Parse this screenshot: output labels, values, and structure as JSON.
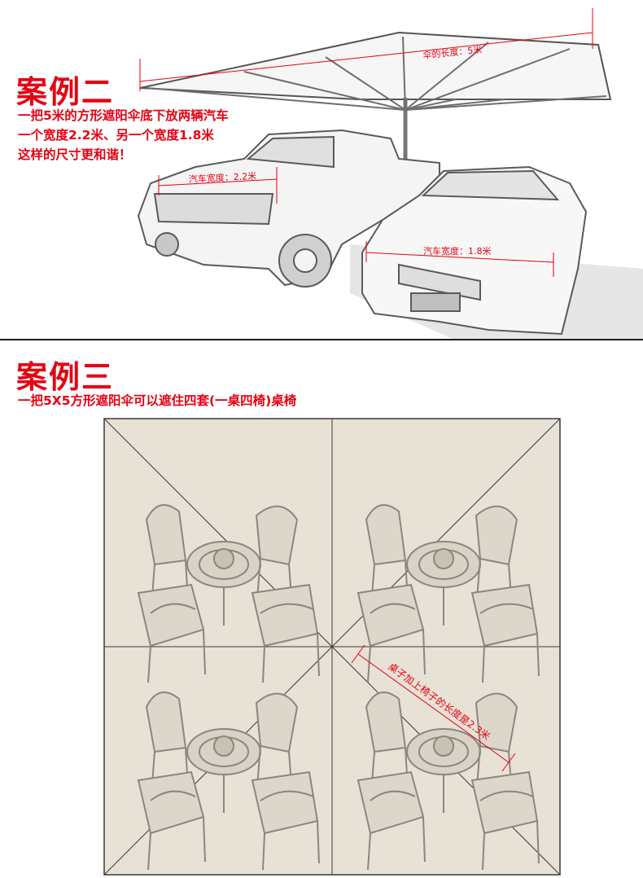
{
  "case2": {
    "title": "案例二",
    "lines": [
      "一把5米的方形遮阳伞底下放两辆汽车",
      "一个宽度2.2米、另一个宽度1.8米",
      "这样的尺寸更和谐！"
    ],
    "umbrella_label": "伞的长度：5米",
    "truck_label": "汽车宽度：2.2米",
    "car_label": "汽车宽度：1.8米"
  },
  "case3": {
    "title": "案例三",
    "lines": [
      "一把5X5方形遮阳伞可以遮住四套(一桌四椅)桌椅"
    ],
    "set_label": "桌子加上椅子的长度是2.3米"
  },
  "colors": {
    "accent": "#e60012",
    "canopy": "#e8e1d6",
    "sketch": "#6e6e6e"
  }
}
